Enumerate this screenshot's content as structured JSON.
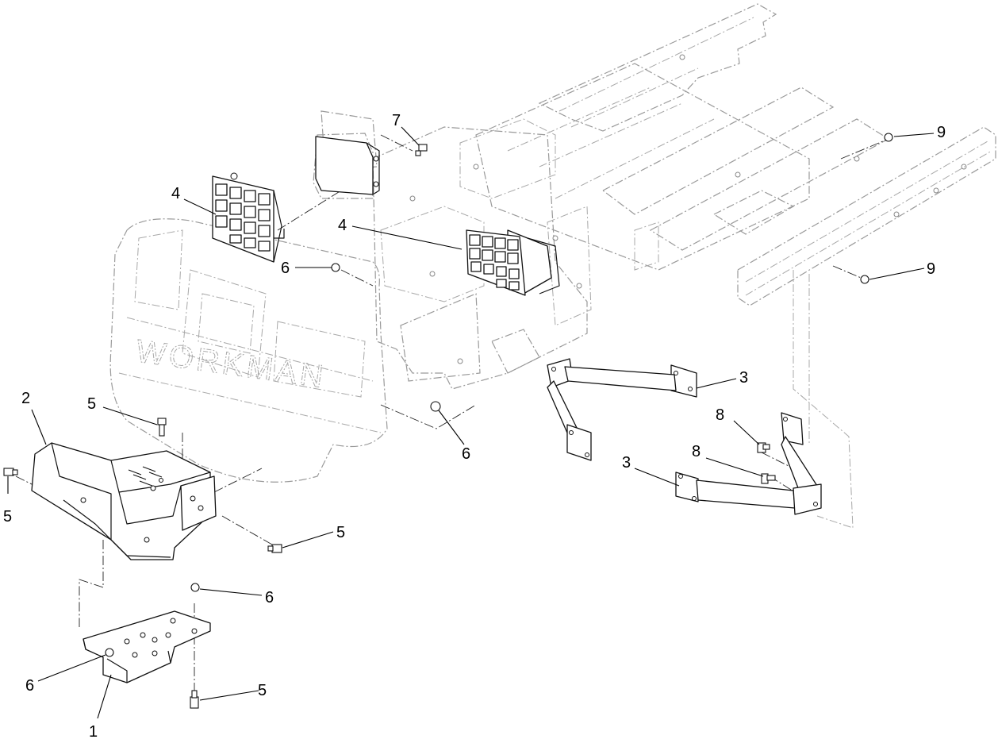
{
  "callouts": [
    {
      "id": "c1",
      "label": "1"
    },
    {
      "id": "c2",
      "label": "2"
    },
    {
      "id": "c3a",
      "label": "3"
    },
    {
      "id": "c3b",
      "label": "3"
    },
    {
      "id": "c4a",
      "label": "4"
    },
    {
      "id": "c4b",
      "label": "4"
    },
    {
      "id": "c5a",
      "label": "5"
    },
    {
      "id": "c5b",
      "label": "5"
    },
    {
      "id": "c5c",
      "label": "5"
    },
    {
      "id": "c5d",
      "label": "5"
    },
    {
      "id": "c6a",
      "label": "6"
    },
    {
      "id": "c6b",
      "label": "6"
    },
    {
      "id": "c6c",
      "label": "6"
    },
    {
      "id": "c6d",
      "label": "6"
    },
    {
      "id": "c7",
      "label": "7"
    },
    {
      "id": "c8a",
      "label": "8"
    },
    {
      "id": "c8b",
      "label": "8"
    },
    {
      "id": "c9a",
      "label": "9"
    },
    {
      "id": "c9b",
      "label": "9"
    }
  ],
  "bumper_lettering": "WORKMAN",
  "colors": {
    "line": "#111111",
    "phantom": "#9a9a9a",
    "background": "#ffffff"
  }
}
